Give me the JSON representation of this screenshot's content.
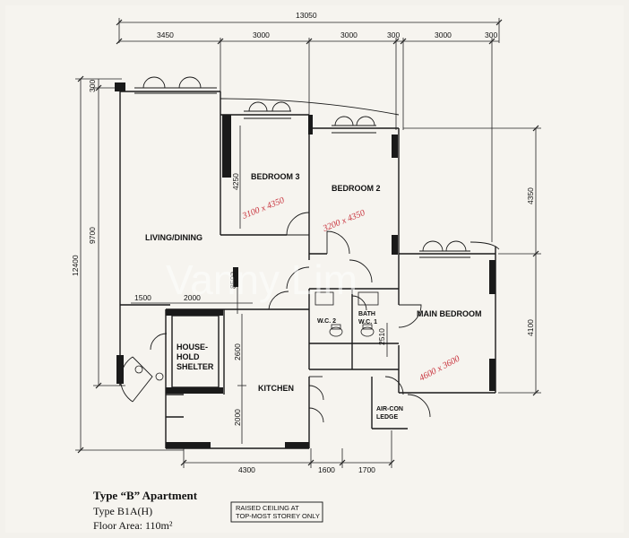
{
  "dimensions": {
    "overall": "13050",
    "top": [
      "3450",
      "3000",
      "3000",
      "300",
      "3000",
      "300"
    ],
    "left_outer": "12400",
    "left_inner_top": "300",
    "left_inner": "9700",
    "bedroom3_height": "4250",
    "right_top": "4350",
    "right_bottom": "4100",
    "living_width_a": "1500",
    "living_width_b": "2000",
    "center_vertical": "8500",
    "shelter_height": "2600",
    "kitchen_height": "2000",
    "main_bed_small": "2510",
    "bottom": [
      "4300",
      "1600",
      "1700"
    ]
  },
  "rooms": {
    "living": "LIVING/DINING",
    "bedroom3": "BEDROOM 3",
    "bedroom2": "BEDROOM 2",
    "main_bedroom": "MAIN BEDROOM",
    "wc2": "W.C. 2",
    "bath_wc1_a": "BATH",
    "bath_wc1_b": "W.C. 1",
    "shelter_1": "HOUSE-",
    "shelter_2": "HOLD",
    "shelter_3": "SHELTER",
    "kitchen": "KITCHEN",
    "aircon_1": "AIR-CON",
    "aircon_2": "LEDGE"
  },
  "annotations": {
    "bedroom3": "3100 x 4350",
    "bedroom2": "3200 x 4350",
    "main_bedroom": "4600 x 3600"
  },
  "watermark": "Vanny Lim",
  "caption": {
    "title": "Type “B” Apartment",
    "type": "Type B1A(H)",
    "area": "Floor Area: 110m²",
    "note_line1": "RAISED CEILING AT",
    "note_line2": "TOP-MOST STOREY ONLY"
  }
}
